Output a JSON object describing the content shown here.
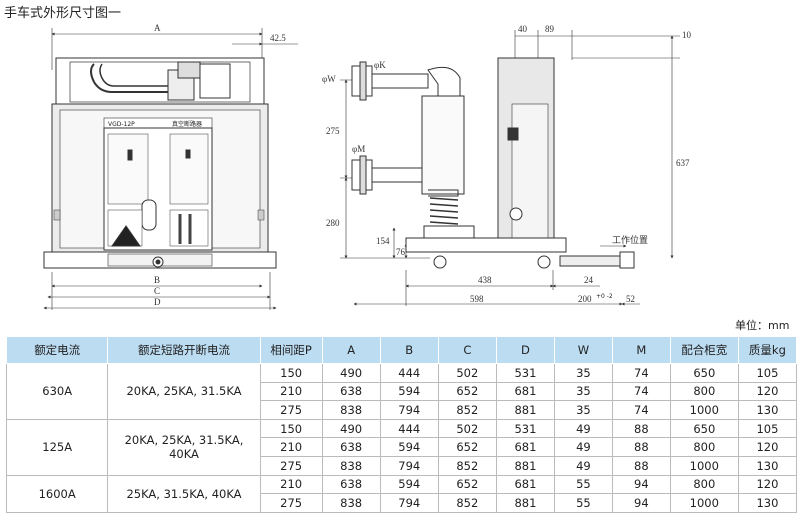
{
  "title": "手车式外形尺寸图一",
  "unit": "单位：mm",
  "drawing": {
    "front_view": {
      "model_label": "VGD-12P",
      "panel_text": "真空断路器",
      "dims": {
        "A": "A",
        "B": "B",
        "C": "C",
        "D": "D",
        "offset": "42.5"
      }
    },
    "side_view": {
      "dims": {
        "top_40": "40",
        "top_89": "89",
        "top_10": "10",
        "phi_w": "φW",
        "phi_k": "φK",
        "phi_m": "φM",
        "d275": "275",
        "d280": "280",
        "d154": "154",
        "d76": "76",
        "d637": "637",
        "d438": "438",
        "d24": "24",
        "d598": "598",
        "d200": "200",
        "d200_tol": "+0 -2",
        "d52": "52",
        "work_pos": "工作位置"
      }
    }
  },
  "table": {
    "headers": [
      "额定电流",
      "额定短路开断电流",
      "相间距P",
      "A",
      "B",
      "C",
      "D",
      "W",
      "M",
      "配合柜宽",
      "质量kg"
    ],
    "groups": [
      {
        "current": "630A",
        "breaking": "20KA, 25KA, 31.5KA",
        "rows": [
          [
            "150",
            "490",
            "444",
            "502",
            "531",
            "35",
            "74",
            "650",
            "105"
          ],
          [
            "210",
            "638",
            "594",
            "652",
            "681",
            "35",
            "74",
            "800",
            "120"
          ],
          [
            "275",
            "838",
            "794",
            "852",
            "881",
            "35",
            "74",
            "1000",
            "130"
          ]
        ]
      },
      {
        "current": "125A",
        "breaking": "20KA, 25KA, 31.5KA, 40KA",
        "rows": [
          [
            "150",
            "490",
            "444",
            "502",
            "531",
            "49",
            "88",
            "650",
            "105"
          ],
          [
            "210",
            "638",
            "594",
            "652",
            "681",
            "49",
            "88",
            "800",
            "120"
          ],
          [
            "275",
            "838",
            "794",
            "852",
            "881",
            "49",
            "88",
            "1000",
            "130"
          ]
        ]
      },
      {
        "current": "1600A",
        "breaking": "25KA, 31.5KA, 40KA",
        "rows": [
          [
            "210",
            "638",
            "594",
            "652",
            "681",
            "55",
            "94",
            "800",
            "120"
          ],
          [
            "275",
            "838",
            "794",
            "852",
            "881",
            "55",
            "94",
            "1000",
            "130"
          ]
        ]
      }
    ]
  }
}
